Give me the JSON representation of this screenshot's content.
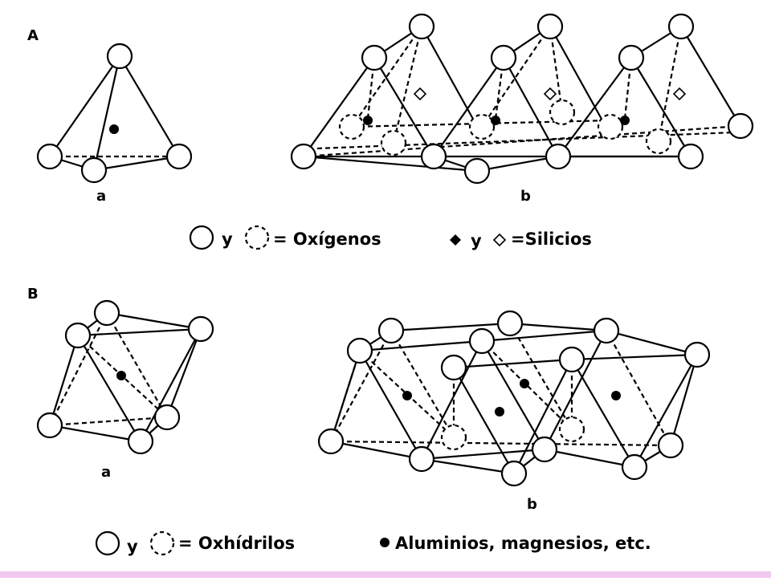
{
  "panel_a": {
    "label": "A",
    "sub_left": "a",
    "sub_right": "b"
  },
  "panel_b": {
    "label": "B",
    "sub_left": "a",
    "sub_right": "b"
  },
  "legend_a": {
    "oxygen_join": "y",
    "oxygen_text": "= Oxígenos",
    "silicon_join": "y",
    "silicon_text": "=Silicios"
  },
  "legend_b": {
    "hydroxyl_join": "y",
    "hydroxyl_text": "= Oxhídrilos",
    "cation_text": "Aluminios, magnesios, etc."
  },
  "colors": {
    "ink": "#000000",
    "background": "#ffffff",
    "bottom_strip": "#f3c6f0"
  }
}
